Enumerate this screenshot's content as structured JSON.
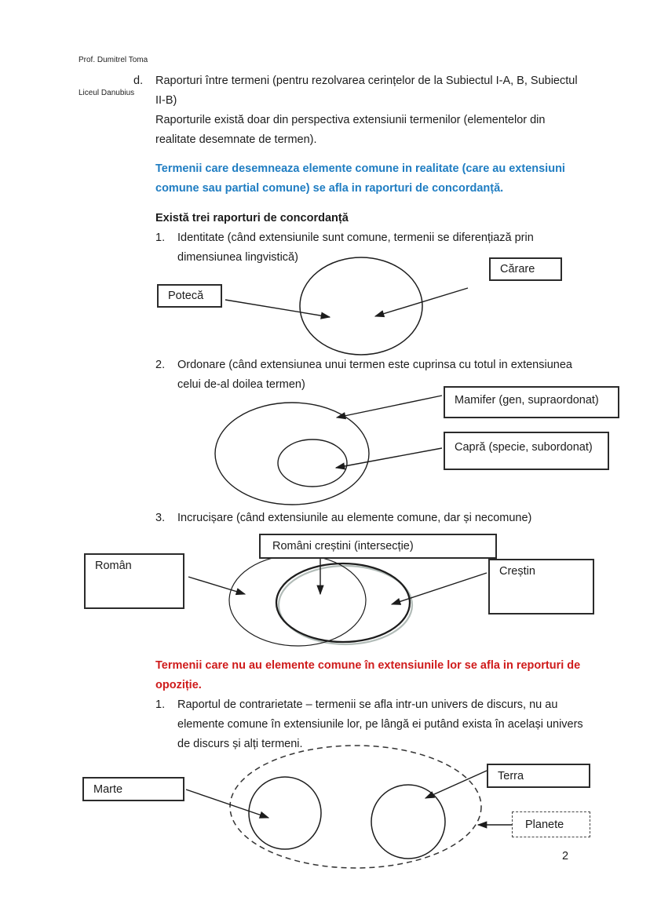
{
  "header": {
    "author": "Prof. Dumitrel Toma",
    "school": "Liceul Danubius"
  },
  "intro": {
    "marker": "d.",
    "text": "Raporturi între termeni (pentru rezolvarea cerințelor de la Subiectul I-A, B, Subiectul\nII-B)\nRaporturile există doar din perspectiva extensiunii termenilor (elementelor din\nrealitate desemnate de termen)."
  },
  "concordanta": {
    "highlight": "Termenii care desemneaza elemente comune in realitate (care au extensiuni\ncomune sau partial comune) se afla in raporturi de concordanță.",
    "subheading": "Există trei raporturi de concordanță",
    "item1": {
      "marker": "1.",
      "text": "Identitate (când extensiunile sunt comune, termenii se diferențiază prin\ndimensiunea lingvistică)"
    },
    "item2": {
      "marker": "2.",
      "text": "Ordonare (când extensiunea unui termen este cuprinsa cu totul in extensiunea\ncelui de-al doilea termen)"
    },
    "item3": {
      "marker": "3.",
      "text": "Incrucișare (când extensiunile au elemente comune, dar și necomune)"
    }
  },
  "opozitie": {
    "highlight": "Termenii care nu au elemente comune în extensiunile lor se afla in reporturi de\nopoziție.",
    "item1": {
      "marker": "1.",
      "text": "Raportul de contrarietate – termenii se afla intr-un univers de discurs, nu au\nelemente comune în extensiunile lor, pe lângă ei putând exista în același univers\nde discurs și alți termeni."
    }
  },
  "diagram_identitate": {
    "label_left": "Potecă",
    "label_right": "Cărare"
  },
  "diagram_ordonare": {
    "label_outer": "Mamifer (gen, supraordonat)",
    "label_inner": "Capră (specie, subordonat)"
  },
  "diagram_incrucisare": {
    "label_left": "Român",
    "label_right": "Creștin",
    "label_intersection": "Români creștini (intersecție)"
  },
  "diagram_contrarietate": {
    "label_left": "Marte",
    "label_right": "Terra",
    "label_universe": "Planete"
  },
  "footer": {
    "page_number": "2"
  },
  "colors": {
    "highlight_blue": "#1f7dc2",
    "highlight_red": "#cf1b1b",
    "ink": "#1c1c1c"
  }
}
